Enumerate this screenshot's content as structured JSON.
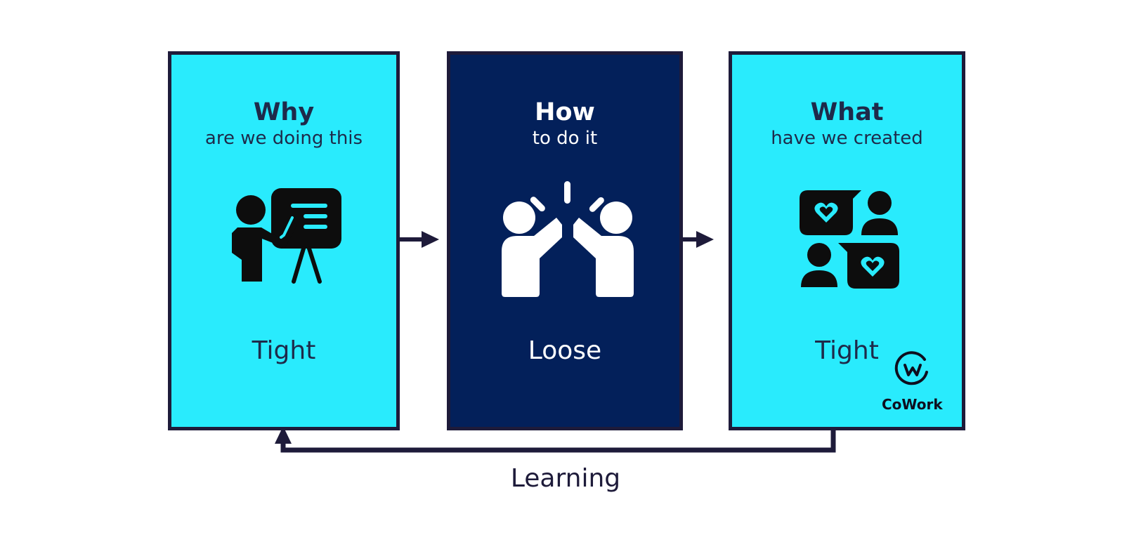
{
  "boxes": [
    {
      "heading": "Why",
      "sub": "are we doing this",
      "level": "Tight",
      "icon": "presentation-icon"
    },
    {
      "heading": "How",
      "sub": "to do it",
      "level": "Loose",
      "icon": "high-five-icon"
    },
    {
      "heading": "What",
      "sub": "have we created",
      "level": "Tight",
      "icon": "people-hearts-chat-icon"
    }
  ],
  "feedback_label": "Learning",
  "logo": {
    "text": "CoWork",
    "icon": "cowork-logo-icon"
  },
  "colors": {
    "cyan": "#29ebfd",
    "navy": "#03205a",
    "border": "#1e1b3a",
    "dark_text": "#1e2a4a",
    "white": "#ffffff"
  }
}
